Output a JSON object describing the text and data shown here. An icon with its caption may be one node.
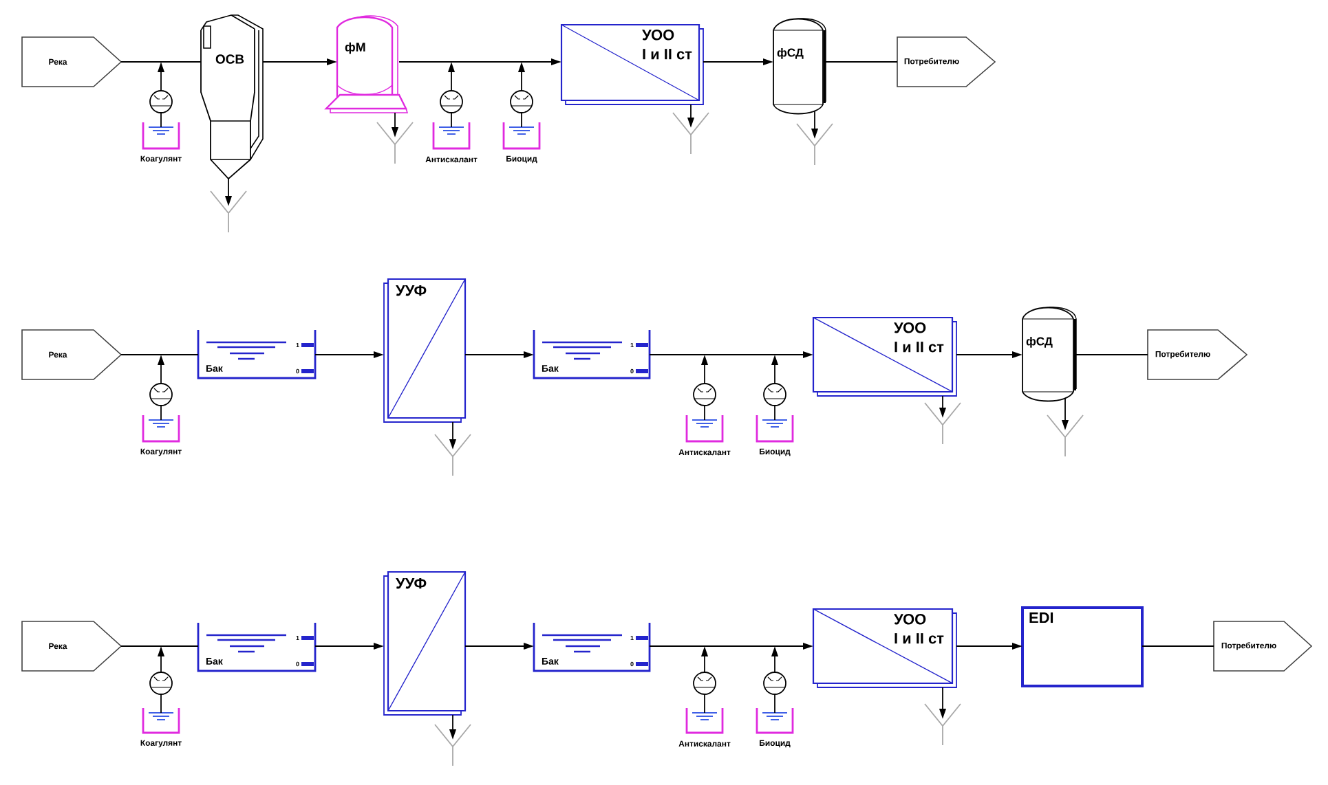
{
  "diagram": {
    "nodes": [
      {
        "text": [
          "Река"
        ]
      },
      {
        "text": [],
        "shape": "circle"
      },
      {
        "text": [
          "Коагулянт"
        ]
      },
      {
        "text": [
          "ОСВ"
        ]
      },
      {
        "text": [],
        "shape": "funnel"
      },
      {
        "text": [
          "фМ"
        ]
      },
      {
        "text": [],
        "shape": "funnel"
      },
      {
        "text": [],
        "shape": "circle"
      },
      {
        "text": [
          "Антискалант"
        ]
      },
      {
        "text": [],
        "shape": "circle"
      },
      {
        "text": [
          "Биоцид"
        ]
      },
      {
        "text": [
          "УОО I и II ст"
        ]
      },
      {
        "text": [],
        "shape": "funnel"
      },
      {
        "text": [
          "фСД"
        ]
      },
      {
        "text": [],
        "shape": "funnel"
      },
      {
        "text": [
          "Потребителю"
        ]
      },
      {
        "text": [
          "Река"
        ]
      },
      {
        "text": [],
        "shape": "circle"
      },
      {
        "text": [
          "Коагулянт"
        ]
      },
      {
        "text": [
          "Бак",
          "1",
          "0"
        ]
      },
      {
        "text": [
          "УУФ"
        ]
      },
      {
        "text": [],
        "shape": "funnel"
      },
      {
        "text": [
          "Бак",
          "1",
          "0"
        ]
      },
      {
        "text": [],
        "shape": "circle"
      },
      {
        "text": [
          "Антискалант"
        ]
      },
      {
        "text": [],
        "shape": "circle"
      },
      {
        "text": [
          "Биоцид"
        ]
      },
      {
        "text": [
          "УОО I и II ст"
        ]
      },
      {
        "text": [],
        "shape": "funnel"
      },
      {
        "text": [
          "фСД"
        ]
      },
      {
        "text": [],
        "shape": "funnel"
      },
      {
        "text": [
          "Потребителю"
        ]
      },
      {
        "text": [
          "Река"
        ]
      },
      {
        "text": [],
        "shape": "circle"
      },
      {
        "text": [
          "Коагулянт"
        ]
      },
      {
        "text": [
          "Бак",
          "1",
          "0"
        ]
      },
      {
        "text": [
          "УУФ"
        ]
      },
      {
        "text": [],
        "shape": "funnel"
      },
      {
        "text": [
          "Бак",
          "1",
          "0"
        ]
      },
      {
        "text": [],
        "shape": "circle"
      },
      {
        "text": [
          "Антискалант"
        ]
      },
      {
        "text": [],
        "shape": "circle"
      },
      {
        "text": [
          "Биоцид"
        ]
      },
      {
        "text": [
          "УОО I и II ст"
        ]
      },
      {
        "text": [],
        "shape": "funnel"
      },
      {
        "text": [
          "EDI"
        ]
      },
      {
        "text": [
          "Потребителю"
        ]
      }
    ],
    "edges": [
      {
        "from": 0,
        "to": 3,
        "arrow": "none"
      },
      {
        "from": 2,
        "to": 1,
        "arrow": "none"
      },
      {
        "from": 1,
        "to": null,
        "arrow": "to"
      },
      {
        "from": 3,
        "to": 4,
        "arrow": "to"
      },
      {
        "from": 3,
        "to": 5,
        "arrow": "to"
      },
      {
        "from": 5,
        "to": 6,
        "arrow": "to"
      },
      {
        "from": 5,
        "to": 11,
        "arrow": "to"
      },
      {
        "from": 8,
        "to": 7,
        "arrow": "none"
      },
      {
        "from": 7,
        "to": null,
        "arrow": "to"
      },
      {
        "from": 10,
        "to": 9,
        "arrow": "none"
      },
      {
        "from": 9,
        "to": null,
        "arrow": "to"
      },
      {
        "from": 11,
        "to": 12,
        "arrow": "to"
      },
      {
        "from": 11,
        "to": 13,
        "arrow": "to"
      },
      {
        "from": 13,
        "to": 14,
        "arrow": "to"
      },
      {
        "from": 13,
        "to": 15,
        "arrow": "none"
      },
      {
        "from": 16,
        "to": 19,
        "arrow": "none"
      },
      {
        "from": 18,
        "to": 17,
        "arrow": "none"
      },
      {
        "from": 17,
        "to": null,
        "arrow": "to"
      },
      {
        "from": 19,
        "to": 20,
        "arrow": "to"
      },
      {
        "from": 20,
        "to": 21,
        "arrow": "to"
      },
      {
        "from": 20,
        "to": 22,
        "arrow": "to"
      },
      {
        "from": 22,
        "to": 27,
        "arrow": "to"
      },
      {
        "from": 24,
        "to": 23,
        "arrow": "none"
      },
      {
        "from": 23,
        "to": null,
        "arrow": "to"
      },
      {
        "from": 26,
        "to": 25,
        "arrow": "none"
      },
      {
        "from": 25,
        "to": null,
        "arrow": "to"
      },
      {
        "from": 27,
        "to": 28,
        "arrow": "to"
      },
      {
        "from": 27,
        "to": 29,
        "arrow": "to"
      },
      {
        "from": 29,
        "to": 30,
        "arrow": "to"
      },
      {
        "from": 29,
        "to": 31,
        "arrow": "none"
      },
      {
        "from": 32,
        "to": 35,
        "arrow": "none"
      },
      {
        "from": 34,
        "to": 33,
        "arrow": "none"
      },
      {
        "from": 33,
        "to": null,
        "arrow": "to"
      },
      {
        "from": 35,
        "to": 36,
        "arrow": "to"
      },
      {
        "from": 36,
        "to": 37,
        "arrow": "to"
      },
      {
        "from": 36,
        "to": 38,
        "arrow": "to"
      },
      {
        "from": 38,
        "to": 43,
        "arrow": "to"
      },
      {
        "from": 40,
        "to": 39,
        "arrow": "none"
      },
      {
        "from": 39,
        "to": null,
        "arrow": "to"
      },
      {
        "from": 42,
        "to": 41,
        "arrow": "none"
      },
      {
        "from": 41,
        "to": null,
        "arrow": "to"
      },
      {
        "from": 43,
        "to": 44,
        "arrow": "to"
      },
      {
        "from": 43,
        "to": 45,
        "arrow": "to"
      },
      {
        "from": 45,
        "to": 46,
        "arrow": "none"
      }
    ]
  }
}
